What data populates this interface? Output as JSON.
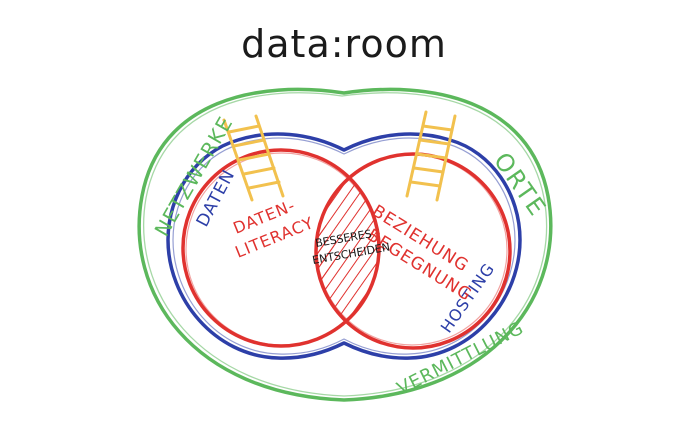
{
  "title": "data:room",
  "labels": {
    "netzwerke": "NETZWERKE",
    "daten": "DATEN",
    "orte": "ORTE",
    "hosting": "HOSTING",
    "vermittlung": "VERMITTLUNG",
    "datenliteracy_line1": "DATEN-",
    "datenliteracy_line2": "LITERACY",
    "beziehung": "BEZIEHUNG",
    "begegnung": "BEGEGNUNG",
    "besseres": "BESSERES",
    "entscheiden": "ENTSCHEIDEN"
  },
  "colors": {
    "green": "#5cb85c",
    "blue": "#2d3fa8",
    "red": "#e0322f",
    "yellow": "#f2c14e",
    "ink": "#1b1b1b"
  }
}
